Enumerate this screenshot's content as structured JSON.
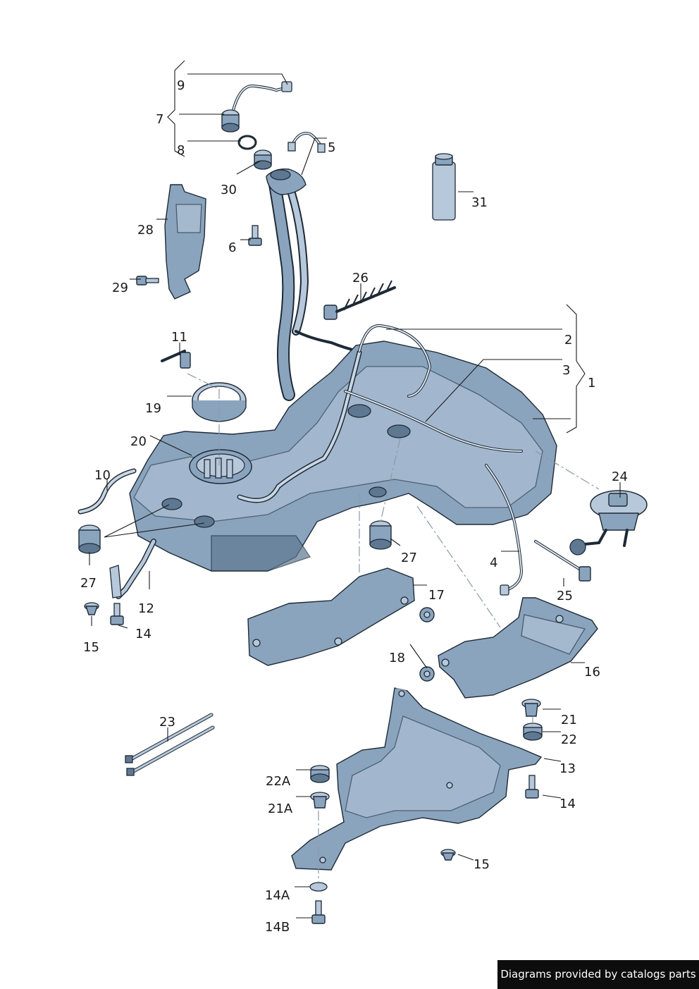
{
  "diagram": {
    "labels": [
      "9",
      "7",
      "8",
      "5",
      "30",
      "31",
      "6",
      "28",
      "29",
      "26",
      "2",
      "3",
      "1",
      "11",
      "19",
      "20",
      "10",
      "24",
      "4",
      "27",
      "27",
      "25",
      "12",
      "17",
      "14",
      "15",
      "18",
      "16",
      "21",
      "22",
      "23",
      "13",
      "22A",
      "21A",
      "14",
      "15",
      "14A",
      "14B"
    ]
  },
  "credit": {
    "text": "Diagrams provided by catalogs parts"
  },
  "colors": {
    "part_fill": "#8aa4be",
    "part_light": "#b7c8da",
    "part_dark": "#5e7892",
    "outline": "#1e2a36",
    "credit_bg": "#0d0d0d"
  }
}
